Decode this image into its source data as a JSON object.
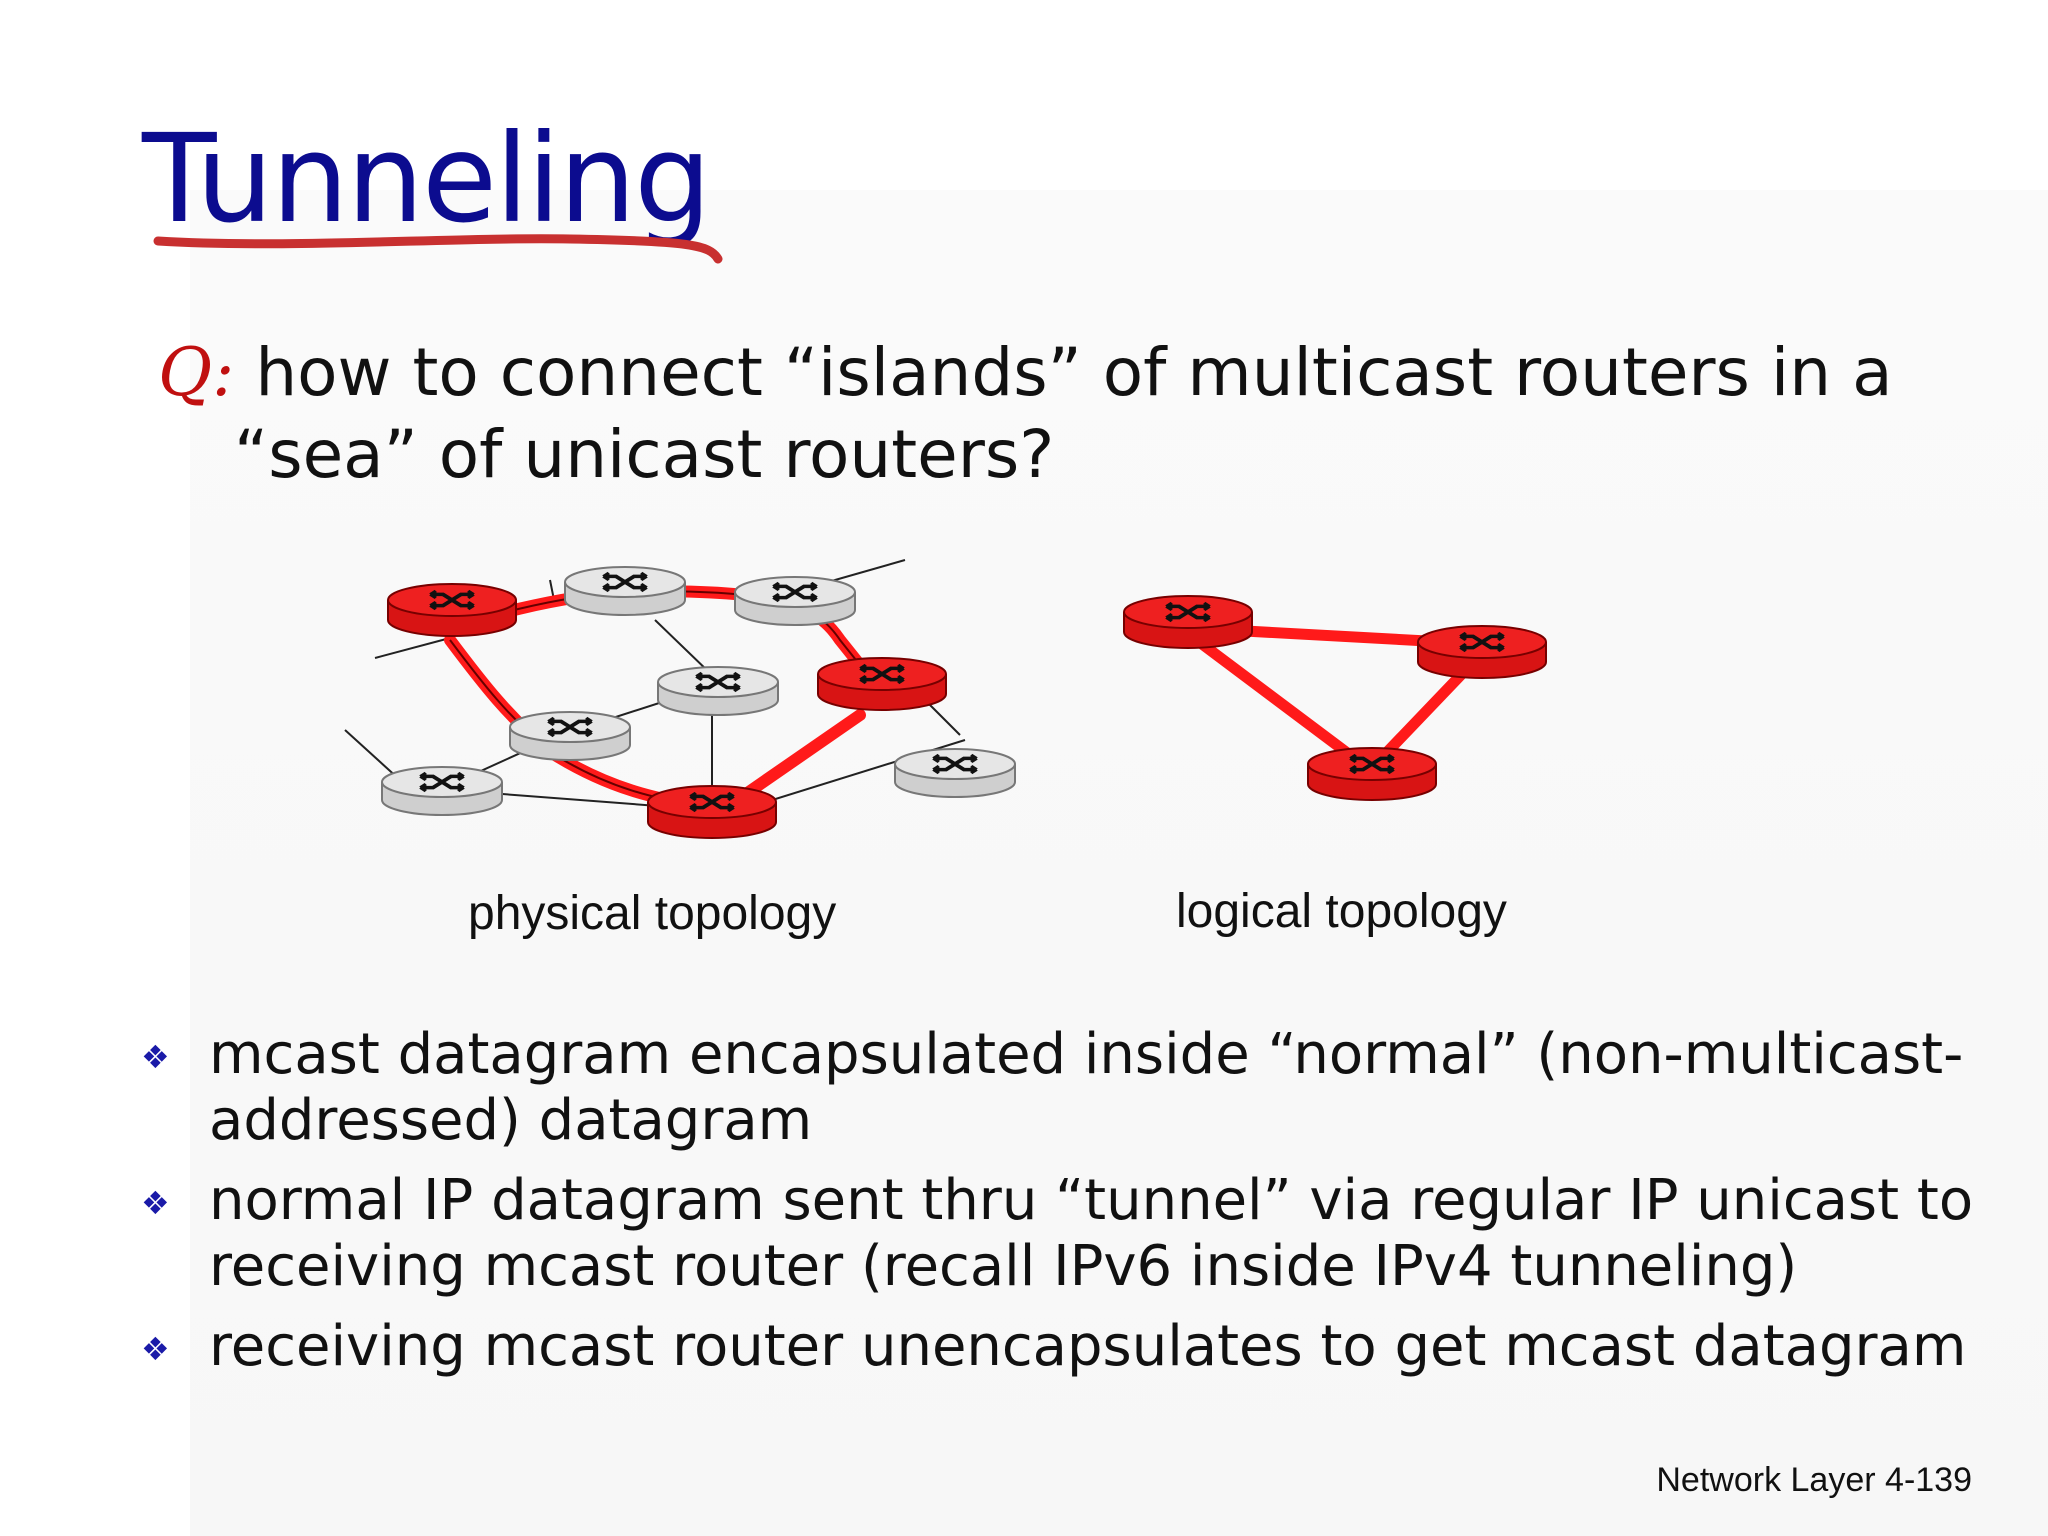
{
  "slide": {
    "title": "Tunneling",
    "question_prefix": "Q:",
    "question_line1": "how to connect “islands” of multicast  routers in a",
    "question_line2": "“sea” of unicast routers?",
    "caption_physical": "physical topology",
    "caption_logical": "logical topology",
    "bullets": [
      {
        "icon": "diamond-bullet-icon",
        "text": "mcast datagram encapsulated inside “normal” (non-multicast-addressed) datagram"
      },
      {
        "icon": "diamond-bullet-icon",
        "text": "normal IP datagram sent thru “tunnel” via regular IP unicast to receiving mcast router (recall IPv6 inside IPv4 tunneling)"
      },
      {
        "icon": "diamond-bullet-icon",
        "text": "receiving mcast router unencapsulates to get mcast datagram"
      }
    ],
    "footer_section": "Network Layer",
    "footer_page": "4-139"
  },
  "colors": {
    "title": "#0c0c8f",
    "question_prefix": "#c01010",
    "multicast_router": "#e81818",
    "unicast_router": "#d8d8d8",
    "tunnel": "#ff1a1a",
    "underline": "#c83030"
  }
}
